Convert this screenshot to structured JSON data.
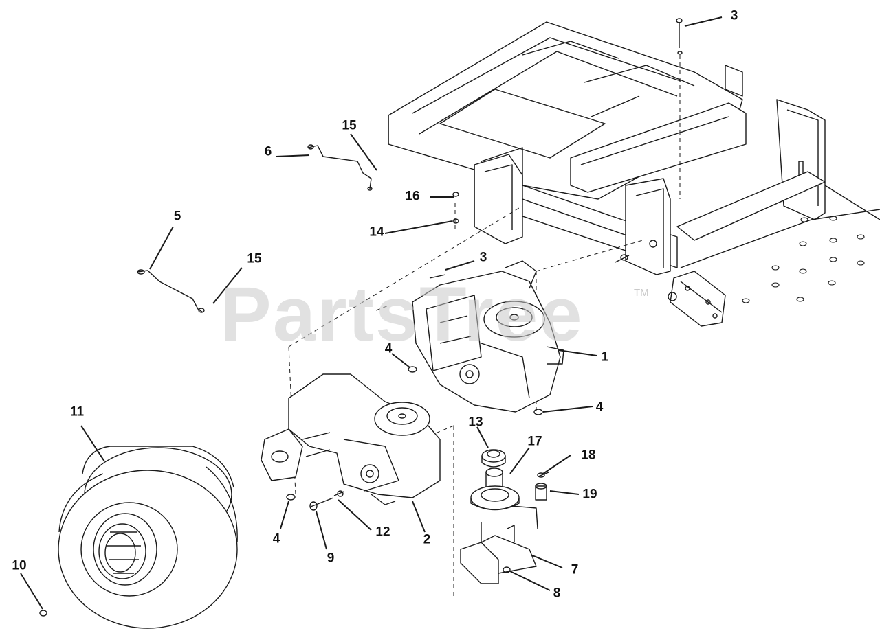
{
  "watermark": {
    "text": "PartsTree",
    "mark": "TM",
    "color": "#c9c9c9"
  },
  "callouts": [
    {
      "id": "c-3-top",
      "label": "3"
    },
    {
      "id": "c-15-top",
      "label": "15"
    },
    {
      "id": "c-6",
      "label": "6"
    },
    {
      "id": "c-16",
      "label": "16"
    },
    {
      "id": "c-14",
      "label": "14"
    },
    {
      "id": "c-5",
      "label": "5"
    },
    {
      "id": "c-15-mid",
      "label": "15"
    },
    {
      "id": "c-3-mid",
      "label": "3"
    },
    {
      "id": "c-1",
      "label": "1"
    },
    {
      "id": "c-4-left",
      "label": "4"
    },
    {
      "id": "c-4-right",
      "label": "4"
    },
    {
      "id": "c-11",
      "label": "11"
    },
    {
      "id": "c-13",
      "label": "13"
    },
    {
      "id": "c-17",
      "label": "17"
    },
    {
      "id": "c-18",
      "label": "18"
    },
    {
      "id": "c-19",
      "label": "19"
    },
    {
      "id": "c-4-bottom",
      "label": "4"
    },
    {
      "id": "c-12",
      "label": "12"
    },
    {
      "id": "c-2",
      "label": "2"
    },
    {
      "id": "c-9",
      "label": "9"
    },
    {
      "id": "c-10",
      "label": "10"
    },
    {
      "id": "c-7",
      "label": "7"
    },
    {
      "id": "c-8",
      "label": "8"
    }
  ]
}
